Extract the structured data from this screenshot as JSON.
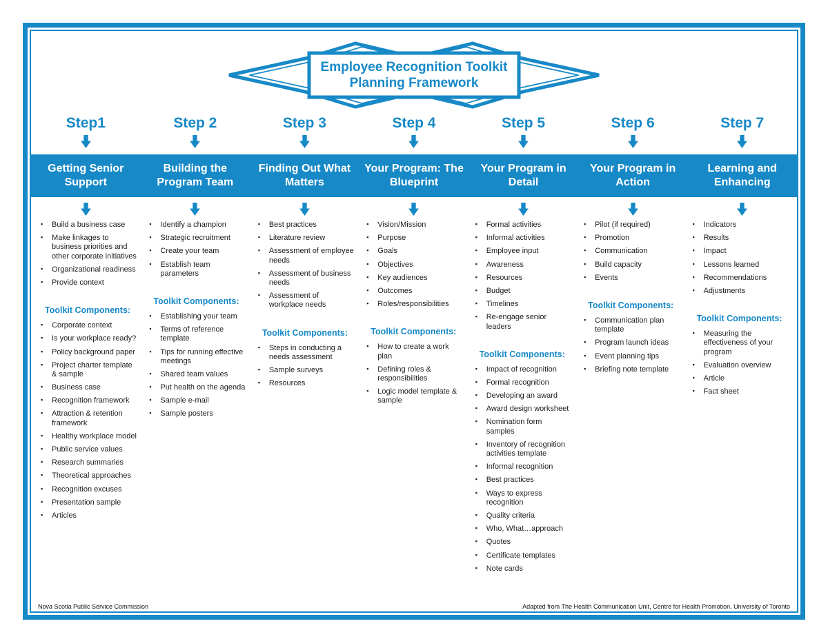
{
  "banner": {
    "line1": "Employee Recognition Toolkit",
    "line2": "Planning Framework"
  },
  "toolkit_heading": "Toolkit Components:",
  "footer": {
    "left": "Nova Scotia Public Service Commission",
    "right": "Adapted from The Health Communication Unit, Centre for Health Promotion, University of Toronto"
  },
  "colors": {
    "accent": "#1789c7"
  },
  "steps": [
    {
      "label": "Step1",
      "title": "Getting Senior Support",
      "items": [
        "Build a business case",
        "Make linkages to business priorities and other corporate initiatives",
        "Organizational readiness",
        "Provide context"
      ],
      "toolkit": [
        "Corporate context",
        "Is your workplace ready?",
        "Policy background paper",
        "Project charter template & sample",
        "Business case",
        "Recognition framework",
        "Attraction & retention framework",
        "Healthy workplace model",
        "Public service values",
        "Research summaries",
        "Theoretical approaches",
        "Recognition excuses",
        "Presentation sample",
        "Articles"
      ]
    },
    {
      "label": "Step 2",
      "title": "Building the Program Team",
      "items": [
        "Identify a champion",
        "Strategic recruitment",
        "Create your team",
        "Establish team parameters"
      ],
      "toolkit": [
        "Establishing your team",
        "Terms of reference template",
        "Tips for running effective meetings",
        "Shared team values",
        "Put health on the agenda",
        "Sample e-mail",
        "Sample posters"
      ]
    },
    {
      "label": "Step 3",
      "title": "Finding Out What Matters",
      "items": [
        "Best practices",
        "Literature review",
        "Assessment of employee needs",
        "Assessment of business needs",
        "Assessment of workplace needs"
      ],
      "toolkit": [
        "Steps in conducting a needs assessment",
        "Sample surveys",
        "Resources"
      ]
    },
    {
      "label": "Step 4",
      "title": "Your Program: The Blueprint",
      "items": [
        "Vision/Mission",
        "Purpose",
        "Goals",
        "Objectives",
        "Key audiences",
        "Outcomes",
        "Roles/responsibilities"
      ],
      "toolkit": [
        "How to create a work plan",
        "Defining roles & responsibilities",
        "Logic model template & sample"
      ]
    },
    {
      "label": "Step 5",
      "title": "Your Program in Detail",
      "items": [
        "Formal activities",
        "Informal activities",
        "Employee input",
        "Awareness",
        "Resources",
        "Budget",
        "Timelines",
        "Re-engage senior leaders"
      ],
      "toolkit": [
        "Impact of recognition",
        "Formal recognition",
        "Developing an award",
        "Award design worksheet",
        "Nomination form samples",
        "Inventory of recognition activities template",
        "Informal recognition",
        "Best practices",
        "Ways to express recognition",
        "Quality criteria",
        "Who, What…approach",
        "Quotes",
        "Certificate templates",
        "Note cards"
      ]
    },
    {
      "label": "Step 6",
      "title": "Your Program in Action",
      "items": [
        "Pilot (if required)",
        "Promotion",
        "Communication",
        "Build capacity",
        "Events"
      ],
      "toolkit": [
        "Communication plan template",
        "Program launch ideas",
        "Event planning tips",
        "Briefing note template"
      ]
    },
    {
      "label": "Step 7",
      "title": "Learning and Enhancing",
      "items": [
        "Indicators",
        "Results",
        "Impact",
        "Lessons learned",
        "Recommendations",
        "Adjustments"
      ],
      "toolkit": [
        "Measuring the effectiveness of your program",
        "Evaluation overview",
        "Article",
        "Fact sheet"
      ]
    }
  ]
}
